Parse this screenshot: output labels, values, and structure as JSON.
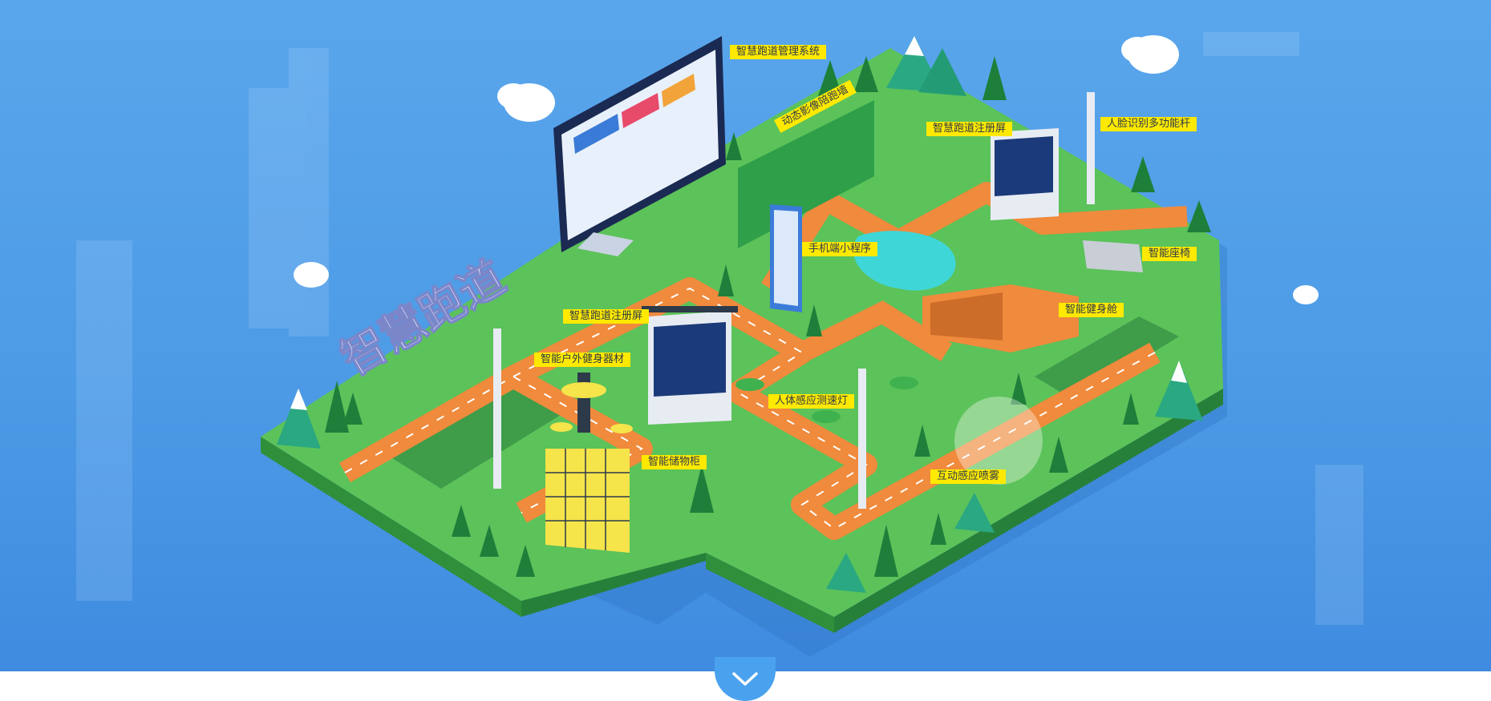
{
  "hero": {
    "title_3d": "智慧跑道",
    "colors": {
      "sky": "#4d9be6",
      "grass": "#5cc25a",
      "track": "#f08a3c",
      "label_bg": "#ffe900",
      "water": "#3fd6d8"
    }
  },
  "labels": {
    "management_system": "智慧跑道管理系统",
    "dynamic_wall": "动态影像陪跑墙",
    "register_screen_top": "智慧跑道注册屏",
    "face_pole": "人脸识别多功能杆",
    "mini_program": "手机端小程序",
    "smart_bench": "智能座椅",
    "register_screen_left": "智慧跑道注册屏",
    "fitness_cabin": "智能健身舱",
    "outdoor_equipment": "智能户外健身器材",
    "speed_light": "人体感应测速灯",
    "storage_cabinet": "智能储物柜",
    "spray": "互动感应喷雾"
  },
  "scroll": {
    "icon": "chevron-down-icon"
  }
}
